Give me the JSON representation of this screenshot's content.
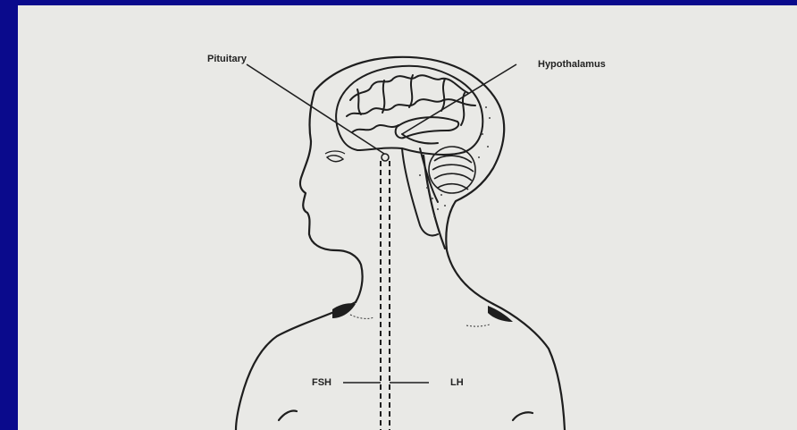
{
  "diagram": {
    "labels": {
      "pituitary": "Pituitary",
      "hypothalamus": "Hypothalamus",
      "fsh": "FSH",
      "lh": "LH"
    }
  },
  "colors": {
    "frame": "#0a0a8c",
    "paper": "#e9e9e6",
    "ink": "#222222"
  }
}
